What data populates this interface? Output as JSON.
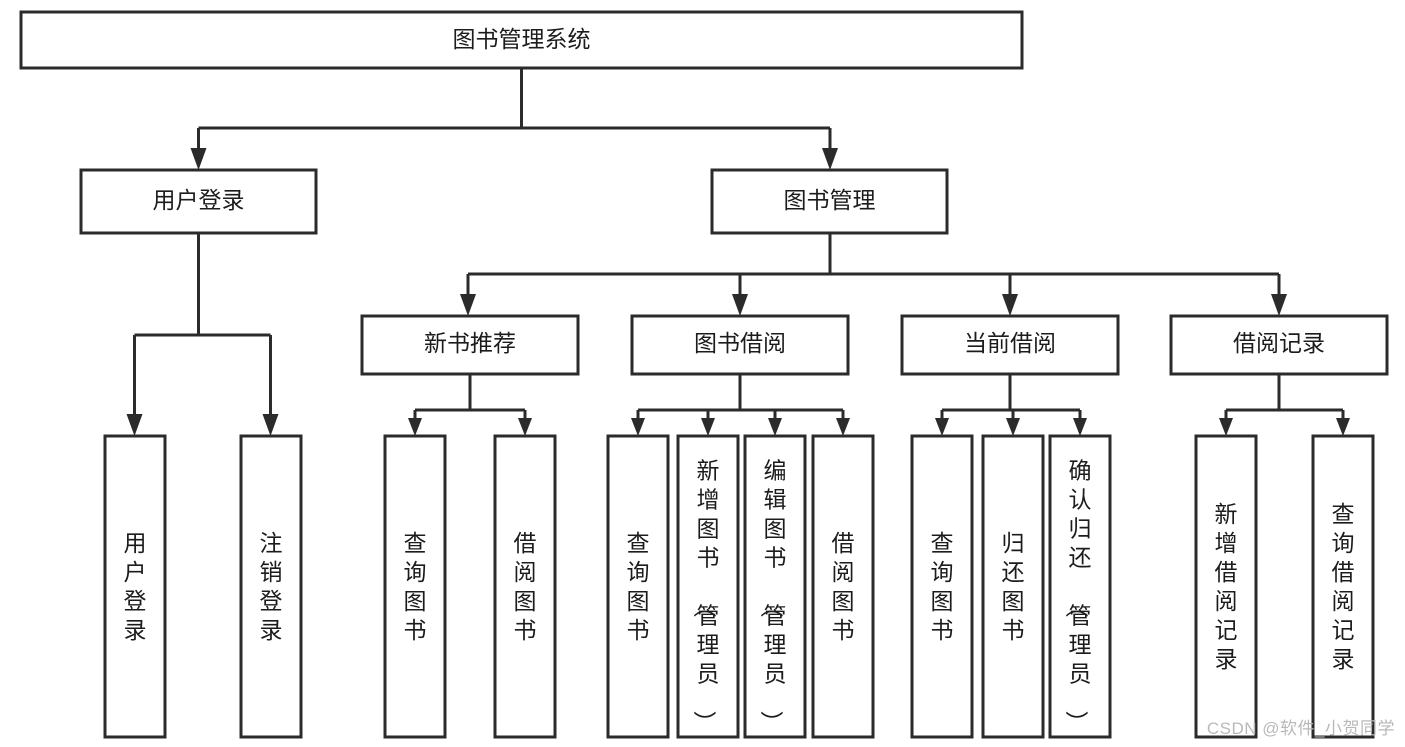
{
  "diagram": {
    "type": "tree",
    "title": "图书管理系统",
    "watermark": "CSDN @软件_小贺同学",
    "colors": {
      "stroke": "#2b2b2b",
      "fill": "#ffffff",
      "text": "#1c1c1c",
      "watermark": "#b9b9b9"
    },
    "levels": [
      {
        "level": 1,
        "nodes": [
          {
            "id": "root",
            "label": "图书管理系统",
            "orientation": "horizontal"
          }
        ]
      },
      {
        "level": 2,
        "nodes": [
          {
            "id": "user-login",
            "label": "用户登录",
            "orientation": "horizontal",
            "parent": "root"
          },
          {
            "id": "book-manage",
            "label": "图书管理",
            "orientation": "horizontal",
            "parent": "root"
          }
        ]
      },
      {
        "level": 3,
        "nodes": [
          {
            "id": "new-book-rec",
            "label": "新书推荐",
            "orientation": "horizontal",
            "parent": "book-manage"
          },
          {
            "id": "book-borrow",
            "label": "图书借阅",
            "orientation": "horizontal",
            "parent": "book-manage"
          },
          {
            "id": "current-borrow",
            "label": "当前借阅",
            "orientation": "horizontal",
            "parent": "book-manage"
          },
          {
            "id": "borrow-record",
            "label": "借阅记录",
            "orientation": "horizontal",
            "parent": "book-manage"
          }
        ]
      },
      {
        "level": 4,
        "nodes": [
          {
            "id": "leaf-user-login",
            "label": "用户登录",
            "orientation": "vertical",
            "parent": "user-login"
          },
          {
            "id": "leaf-logout",
            "label": "注销登录",
            "orientation": "vertical",
            "parent": "user-login"
          },
          {
            "id": "leaf-query-book-1",
            "label": "查询图书",
            "orientation": "vertical",
            "parent": "new-book-rec"
          },
          {
            "id": "leaf-borrow-book-1",
            "label": "借阅图书",
            "orientation": "vertical",
            "parent": "new-book-rec"
          },
          {
            "id": "leaf-query-book-2",
            "label": "查询图书",
            "orientation": "vertical",
            "parent": "book-borrow"
          },
          {
            "id": "leaf-add-book",
            "label": "新增图书（管理员）",
            "orientation": "vertical",
            "parent": "book-borrow"
          },
          {
            "id": "leaf-edit-book",
            "label": "编辑图书（管理员）",
            "orientation": "vertical",
            "parent": "book-borrow"
          },
          {
            "id": "leaf-borrow-book-2",
            "label": "借阅图书",
            "orientation": "vertical",
            "parent": "book-borrow"
          },
          {
            "id": "leaf-query-book-3",
            "label": "查询图书",
            "orientation": "vertical",
            "parent": "current-borrow"
          },
          {
            "id": "leaf-return-book",
            "label": "归还图书",
            "orientation": "vertical",
            "parent": "current-borrow"
          },
          {
            "id": "leaf-confirm-return",
            "label": "确认归还（管理员）",
            "orientation": "vertical",
            "parent": "current-borrow"
          },
          {
            "id": "leaf-add-record",
            "label": "新增借阅记录",
            "orientation": "vertical",
            "parent": "borrow-record"
          },
          {
            "id": "leaf-query-record",
            "label": "查询借阅记录",
            "orientation": "vertical",
            "parent": "borrow-record"
          }
        ]
      }
    ]
  }
}
